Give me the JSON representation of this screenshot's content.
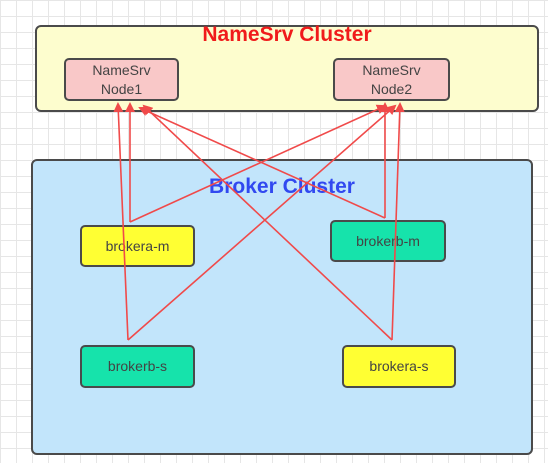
{
  "colors": {
    "namesrv_cluster_fill": "#fdfdce",
    "broker_cluster_fill": "#c2e5fb",
    "namesrv_title": "#f01b1b",
    "broker_title": "#3149f0",
    "namesrv_node_fill": "#f9c8c8",
    "broker_yellow_fill": "#ffff33",
    "broker_green_fill": "#16e3ab",
    "arrow": "#f04a4a"
  },
  "namesrv_cluster": {
    "title": "NameSrv Cluster",
    "nodes": [
      {
        "label": "NameSrv\nNode1"
      },
      {
        "label": "NameSrv\nNode2"
      }
    ]
  },
  "broker_cluster": {
    "title": "Broker Cluster",
    "brokers": [
      {
        "label": "brokera-m"
      },
      {
        "label": "brokerb-m"
      },
      {
        "label": "brokerb-s"
      },
      {
        "label": "brokera-s"
      }
    ]
  }
}
